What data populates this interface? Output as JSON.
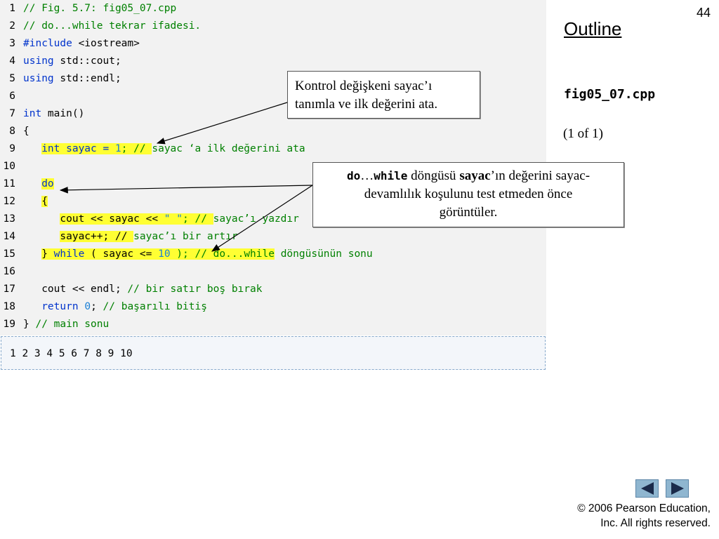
{
  "page_number": "44",
  "outline_label": "Outline",
  "filename": "fig05_07.cpp",
  "page_of": "(1 of 1)",
  "code": {
    "line_numbers": [
      "1",
      "2",
      "3",
      "4",
      "5",
      "6",
      "7",
      "8",
      "9",
      "10",
      "11",
      "12",
      "13",
      "14",
      "15",
      "16",
      "17",
      "18",
      "19"
    ],
    "l1": "// Fig. 5.7: fig05_07.cpp",
    "l2": "// do...while tekrar ifadesi.",
    "l3_kw": "#include",
    "l3_rest": " <iostream>",
    "l4_kw": "using",
    "l4_rest": " std::cout;",
    "l5_kw": "using",
    "l5_rest": " std::endl;",
    "l7_kw": "int",
    "l7_rest": " main()",
    "l8": "{",
    "l9_hl1": "int sayac = ",
    "l9_num": "1",
    "l9_hl2": "; // ",
    "l9_cm": "sayac ‘a ilk değerini ata",
    "l11": "do",
    "l12": "{",
    "l13_hl1": "cout << sayac << ",
    "l13_str": "\" \"",
    "l13_hl2": "; // ",
    "l13_cm": "sayac’ı yazdır",
    "l14_hl": "sayac++; // ",
    "l14_cm": "sayac’ı bir artır",
    "l15_a": "} ",
    "l15_kw": "while",
    "l15_b": " ( sayac <= ",
    "l15_num": "10",
    "l15_c": " ); // do...while",
    "l15_cm": " döngüsünün sonu",
    "l17_a": "cout << endl; ",
    "l17_cm": "// bir satır boş bırak",
    "l18_kw": "return",
    "l18_num": "0",
    "l18_b": "; ",
    "l18_cm": "// başarılı bitiş",
    "l19_a": "} ",
    "l19_cm": "// main sonu"
  },
  "output": "1 2 3 4 5 6 7 8 9 10",
  "callout1": {
    "line1": "Kontrol değişkeni sayac’ı",
    "line2": "tanımla ve ilk değerini ata."
  },
  "callout2": {
    "kw_do": "do",
    "ellipsis": "…",
    "kw_while": "while",
    "t1": " döngüsü ",
    "var": "sayac",
    "t2": "’ın değerini sayac-",
    "line2": "devamlılık koşulunu test etmeden önce",
    "line3": "görüntüler."
  },
  "nav": {
    "prev_icon": "triangle-left",
    "next_icon": "triangle-right",
    "color": "#8fb6d0"
  },
  "copyright": {
    "line1": "© 2006 Pearson Education,",
    "line2": "Inc.  All rights reserved."
  },
  "colors": {
    "keyword": "#0033cc",
    "comment": "#008000",
    "number": "#1a7fd6",
    "highlight": "#ffff33",
    "code_background": "#f2f2f2"
  }
}
